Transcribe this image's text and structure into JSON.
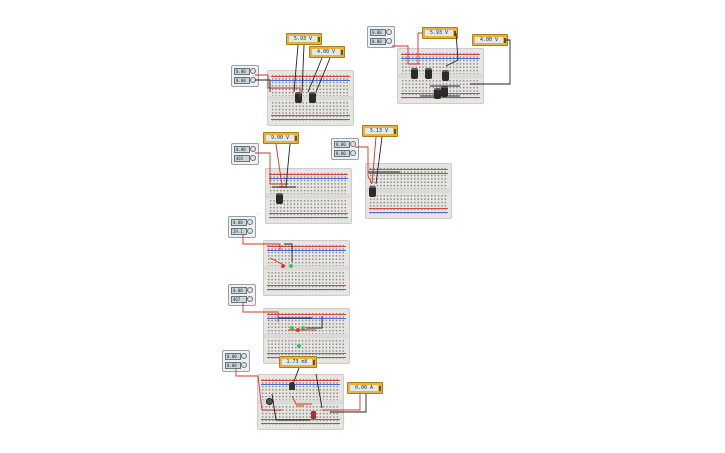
{
  "circuits": [
    {
      "id": "c1",
      "psu": {
        "voltage": "0.00 V",
        "current": "0.00 A"
      },
      "meters": [
        "5.93 V",
        "4.00 V"
      ]
    },
    {
      "id": "c2",
      "psu": {
        "voltage": "0.00 V",
        "current": "0.00 A"
      },
      "meters": [
        "5.93 V",
        "4.00 V"
      ]
    },
    {
      "id": "c3",
      "psu": {
        "voltage": "0.00 V",
        "current": "465 µA"
      },
      "meters": [
        "9.00 V"
      ]
    },
    {
      "id": "c4",
      "psu": {
        "voltage": "0.00 V",
        "current": "0.00 A"
      },
      "meters": [
        "5.13 V"
      ]
    },
    {
      "id": "c5",
      "psu": {
        "voltage": "0.00 V",
        "current": "29.1 mA"
      },
      "meters": []
    },
    {
      "id": "c6",
      "psu": {
        "voltage": "0.00 V",
        "current": "467 µA"
      },
      "meters": []
    },
    {
      "id": "c7",
      "psu": {
        "voltage": "0.00 V",
        "current": "0.00 A"
      },
      "meters": [
        "1.73 mV",
        "0.00 A"
      ]
    }
  ],
  "colors": {
    "wire_red": "#d0342c",
    "wire_black": "#222222",
    "meter_body": "#e8b33c",
    "breadboard": "#e7e5e2"
  }
}
